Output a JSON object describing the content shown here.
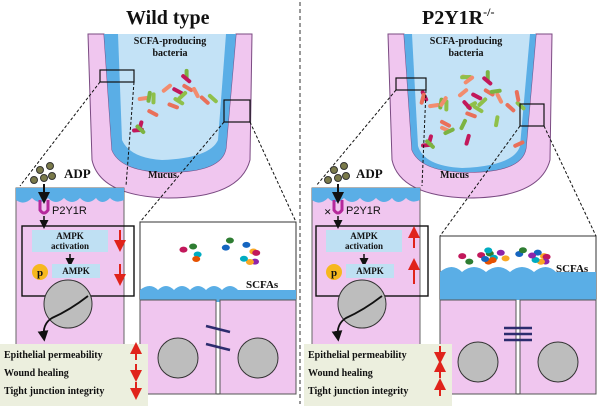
{
  "panels": {
    "left": {
      "title": "Wild type",
      "bacteria_label": "SCFA-producing bacteria",
      "bacteria_line1": "SCFA-producing",
      "bacteria_line2": "bacteria",
      "mucus_label": "Mucus",
      "ligand_label": "ADP",
      "receptor_label": "P2Y1R",
      "ampk_activation_line1": "AMPK",
      "ampk_activation_line2": "activation",
      "p_label": "p",
      "ampk_label": "AMPK",
      "scfa_label": "SCFAs",
      "arrows": {
        "ampk_activation": "down",
        "ampk": "down"
      },
      "outcomes": [
        {
          "label": "Epithelial permeability",
          "direction": "up"
        },
        {
          "label": "Wound healing",
          "direction": "down"
        },
        {
          "label": "Tight junction integrity",
          "direction": "down"
        }
      ]
    },
    "right": {
      "title": "P2Y1R",
      "title_sup": "-/-",
      "bacteria_line1": "SCFA-producing",
      "bacteria_line2": "bacteria",
      "mucus_label": "Mucus",
      "ligand_label": "ADP",
      "receptor_label": "P2Y1R",
      "ampk_activation_line1": "AMPK",
      "ampk_activation_line2": "activation",
      "p_label": "p",
      "ampk_label": "AMPK",
      "scfa_label": "SCFAs",
      "arrows": {
        "ampk_activation": "up",
        "ampk": "up"
      },
      "outcomes": [
        {
          "label": "Epithelial permeability",
          "direction": "down"
        },
        {
          "label": "Wound healing",
          "direction": "up"
        },
        {
          "label": "Tight junction integrity",
          "direction": "up"
        }
      ]
    }
  },
  "colors": {
    "cell_fill": "#f0c6ef",
    "mucus": "#5aaee6",
    "lumen": "#c3e2f6",
    "arrow_red": "#e0231b",
    "receptor": "#b5289c",
    "p_circle": "#f6b81e",
    "outcome_bg": "#ecefde"
  }
}
